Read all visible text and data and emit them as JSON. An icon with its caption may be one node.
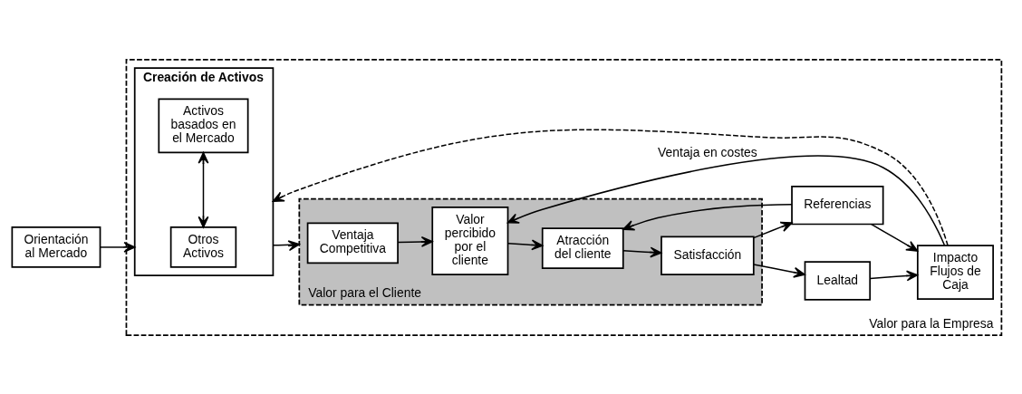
{
  "diagram": {
    "nodes": [
      {
        "text": [
          "Valor para la Empresa"
        ]
      },
      {
        "text": [
          "Orientación al Mercado"
        ]
      },
      {
        "text": [
          "Creación de Activos"
        ],
        "in": 0
      },
      {
        "text": [
          "Otros Activos"
        ],
        "in": 2
      },
      {
        "text": [
          "Activos basados en el Mercado"
        ],
        "in": 2
      },
      {
        "text": [
          "Valor para el Cliente"
        ],
        "in": 0
      },
      {
        "text": [
          "Ventaja Competitiva"
        ],
        "in": 5
      },
      {
        "text": [
          "Valor percibido por el cliente"
        ],
        "in": 5
      },
      {
        "text": [
          "Atracción del cliente"
        ],
        "in": 5
      },
      {
        "text": [
          "Satisfacción"
        ],
        "in": 5
      },
      {
        "text": [
          "Lealtad"
        ],
        "in": 0
      },
      {
        "text": [
          "Referencias"
        ],
        "in": 0
      },
      {
        "text": [
          "Impacto Flujos de Caja"
        ],
        "in": 0
      }
    ],
    "edges": [
      {
        "from": 1,
        "to": 2,
        "arrow": "to"
      },
      {
        "from": 3,
        "to": 4,
        "arrow": "both"
      },
      {
        "from": 2,
        "to": 5,
        "arrow": "to"
      },
      {
        "from": 6,
        "to": 7,
        "arrow": "to"
      },
      {
        "from": 7,
        "to": 8,
        "arrow": "to"
      },
      {
        "from": 8,
        "to": 9,
        "arrow": "to"
      },
      {
        "from": 9,
        "to": 10,
        "arrow": "to"
      },
      {
        "from": 9,
        "to": 11,
        "arrow": "to"
      },
      {
        "from": 10,
        "to": 12,
        "arrow": "to"
      },
      {
        "from": 11,
        "to": 12,
        "arrow": "to"
      },
      {
        "from": 11,
        "to": 8,
        "arrow": "to"
      },
      {
        "from": 12,
        "to": 7,
        "arrow": "to",
        "label": "Ventaja en costes"
      },
      {
        "from": 12,
        "to": 2,
        "arrow": "to",
        "style": "dashed"
      }
    ]
  }
}
